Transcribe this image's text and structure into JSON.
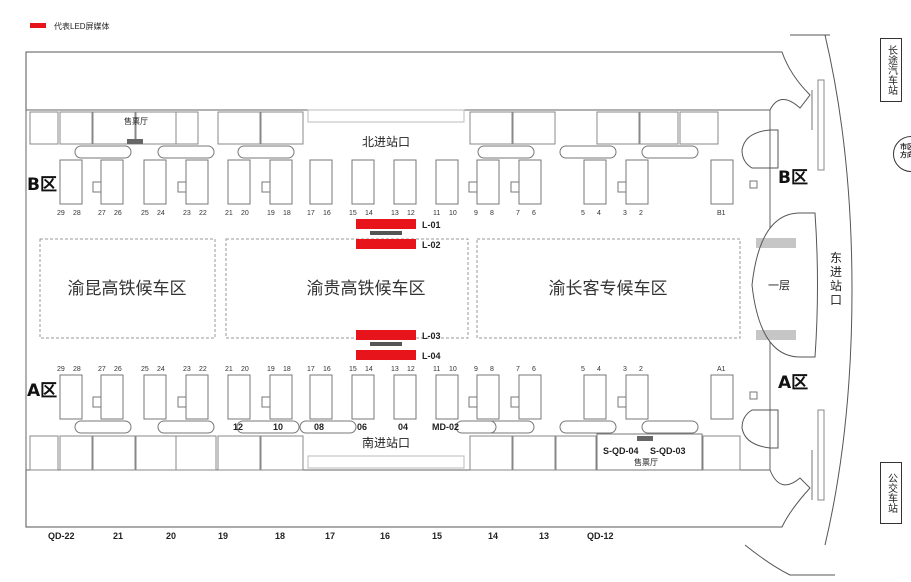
{
  "legend": {
    "label": "代表LED屏媒体",
    "color": "#e8141b"
  },
  "hall": {
    "ticket_north": "售票厅",
    "ticket_south": "售票厅",
    "north_gate": "北进站口",
    "south_gate": "南进站口",
    "east_gate": "东进站口",
    "level": "一层"
  },
  "zones": {
    "b": "B区",
    "a": "A区",
    "b_right": "B区",
    "a_right": "A区",
    "waiting_left": "渝昆高铁候车区",
    "waiting_mid": "渝贵高铁候车区",
    "waiting_right": "渝长客专候车区"
  },
  "side_labels": {
    "long_bus": "长途汽车站",
    "city_bus": "公交车站",
    "city_side": "市区方向"
  },
  "screens": [
    "L-01",
    "L-02",
    "L-03",
    "L-04"
  ],
  "north_gates": [
    "29",
    "28",
    "27",
    "26",
    "25",
    "24",
    "23",
    "22",
    "21",
    "20",
    "19",
    "18",
    "17",
    "16",
    "15",
    "14",
    "13",
    "12",
    "11",
    "10",
    "9",
    "8",
    "7",
    "6",
    "5",
    "4",
    "3",
    "2",
    "B1"
  ],
  "south_gates": [
    "29",
    "28",
    "27",
    "26",
    "25",
    "24",
    "23",
    "22",
    "21",
    "20",
    "19",
    "18",
    "17",
    "16",
    "15",
    "14",
    "13",
    "12",
    "11",
    "10",
    "9",
    "8",
    "7",
    "6",
    "5",
    "4",
    "3",
    "2",
    "A1"
  ],
  "south_points": [
    "12",
    "10",
    "08",
    "06",
    "04",
    "MD-02"
  ],
  "qd_points": [
    "S-QD-04",
    "S-QD-03"
  ],
  "bottom_row": [
    "QD-22",
    "21",
    "20",
    "19",
    "18",
    "17",
    "16",
    "15",
    "14",
    "13",
    "QD-12"
  ]
}
